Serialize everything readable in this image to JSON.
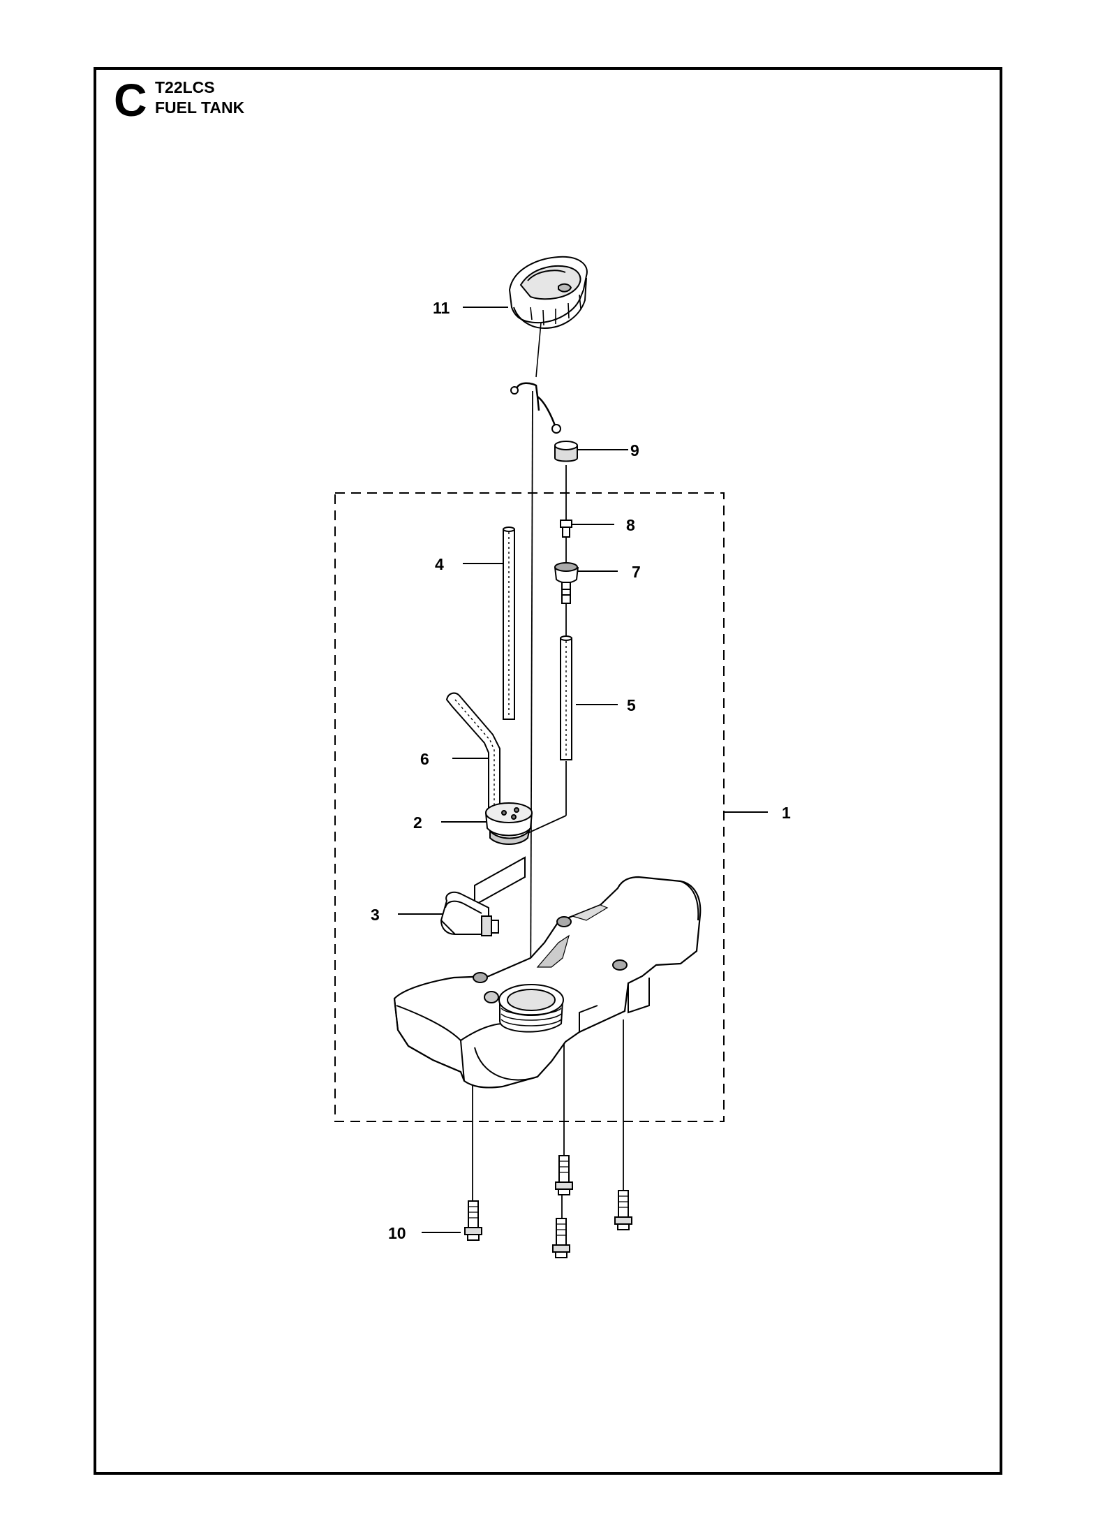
{
  "header": {
    "section_letter": "C",
    "model": "T22LCS",
    "title": "FUEL TANK"
  },
  "callouts": [
    {
      "id": "1",
      "label": "1",
      "part": "fuel-tank-assembly"
    },
    {
      "id": "2",
      "label": "2",
      "part": "grommet"
    },
    {
      "id": "3",
      "label": "3",
      "part": "fuel-filter"
    },
    {
      "id": "4",
      "label": "4",
      "part": "fuel-hose"
    },
    {
      "id": "5",
      "label": "5",
      "part": "fuel-hose"
    },
    {
      "id": "6",
      "label": "6",
      "part": "return-hose"
    },
    {
      "id": "7",
      "label": "7",
      "part": "valve-body"
    },
    {
      "id": "8",
      "label": "8",
      "part": "valve"
    },
    {
      "id": "9",
      "label": "9",
      "part": "cap"
    },
    {
      "id": "10",
      "label": "10",
      "part": "screw"
    },
    {
      "id": "11",
      "label": "11",
      "part": "fuel-cap"
    }
  ],
  "colors": {
    "ink": "#000000",
    "paper": "#ffffff",
    "shade": "#cfcfcf"
  }
}
